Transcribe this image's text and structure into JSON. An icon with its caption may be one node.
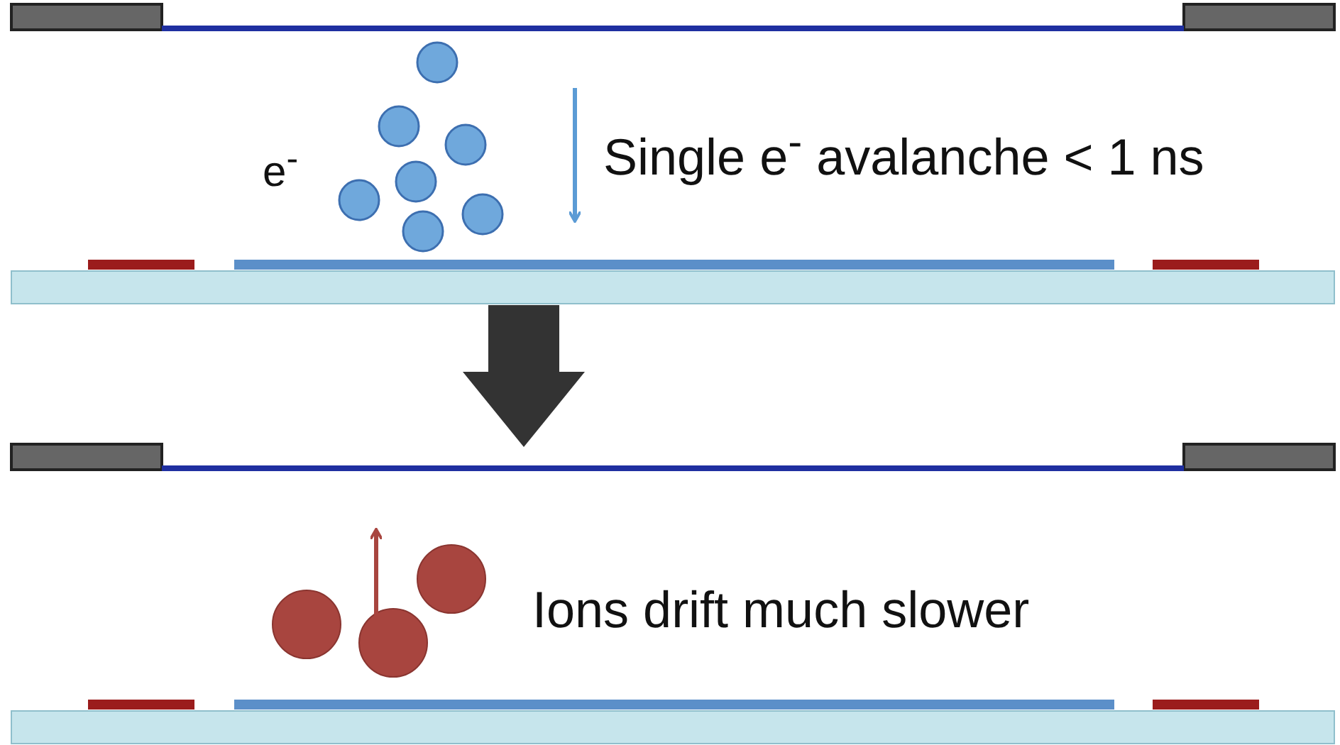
{
  "diagram": {
    "labels": [
      "e$^{-}$",
      "Single e$^{-}$ avalanche < 1 ns",
      "Ions drift much slower"
    ]
  }
}
